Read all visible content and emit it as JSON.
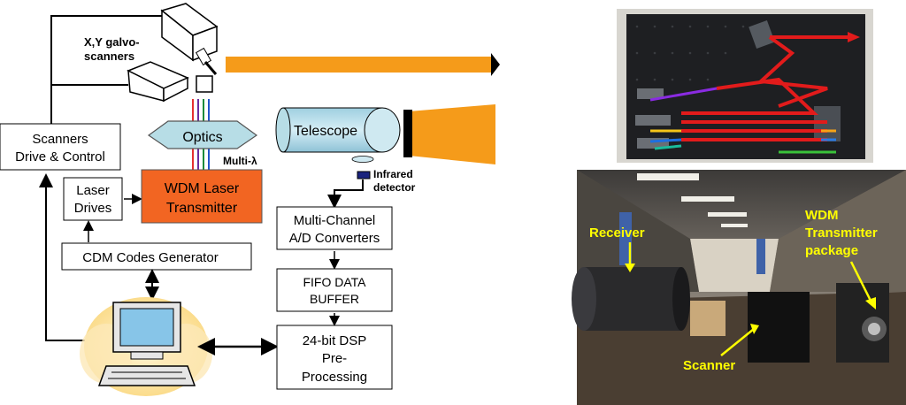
{
  "diagram": {
    "galvo_label_1": "X,Y galvo-",
    "galvo_label_2": "scanners",
    "optics": "Optics",
    "multi_lambda": "Multi-λ",
    "scanners_drive_1": "Scanners",
    "scanners_drive_2": "Drive & Control",
    "laser_drives_1": "Laser",
    "laser_drives_2": "Drives",
    "wdm_1": "WDM Laser",
    "wdm_2": "Transmitter",
    "cdm": "CDM Codes Generator",
    "telescope": "Telescope",
    "infrared_1": "Infrared",
    "infrared_2": "detector",
    "adc_1": "Multi-Channel",
    "adc_2": "A/D Converters",
    "fifo_1": "FIFO DATA",
    "fifo_2": "BUFFER",
    "dsp_1": "24-bit DSP",
    "dsp_2": "Pre-",
    "dsp_3": "Processing"
  },
  "photo": {
    "receiver": "Receiver",
    "wdm_pkg_1": "WDM",
    "wdm_pkg_2": "Transmitter",
    "wdm_pkg_3": "package",
    "scanner": "Scanner"
  },
  "colors": {
    "orange_beam": "#f59b1a",
    "wdm_box": "#f26522",
    "optics": "#b7dde6",
    "telescope": "#b7dde6",
    "computer_glow": "#fde9b8",
    "photo_label": "#ffff00"
  }
}
